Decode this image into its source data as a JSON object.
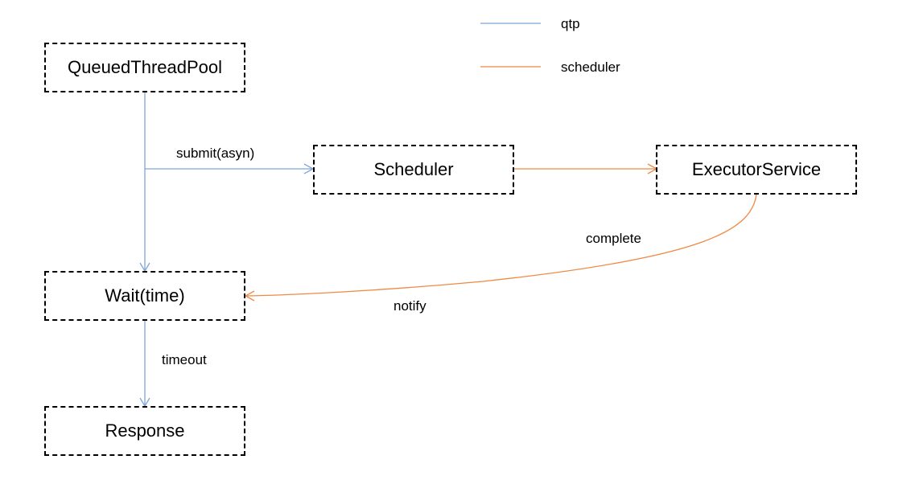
{
  "nodes": {
    "qtp_pool": "QueuedThreadPool",
    "scheduler": "Scheduler",
    "executor": "ExecutorService",
    "wait": "Wait(time)",
    "response": "Response"
  },
  "edges": {
    "submit": "submit(asyn)",
    "complete": "complete",
    "notify": "notify",
    "timeout": "timeout"
  },
  "legend": {
    "qtp": "qtp",
    "scheduler": "scheduler"
  },
  "colors": {
    "qtp_line": "#7ea6d6",
    "scheduler_line": "#ef8a45",
    "box_border": "#000000"
  }
}
